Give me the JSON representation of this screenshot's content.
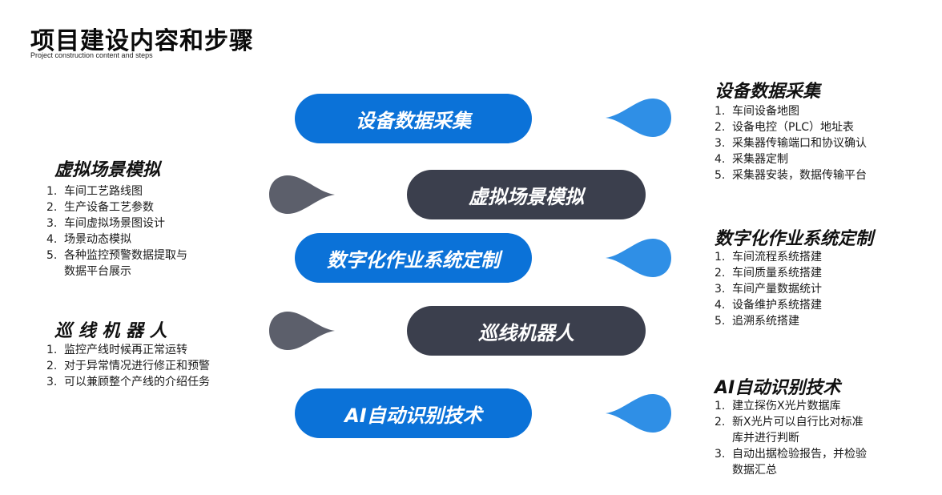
{
  "title": "项目建设内容和步骤",
  "subtitle": "Project construction content and steps",
  "steps": [
    {
      "label": "设备数据采集"
    },
    {
      "label": "虚拟场景模拟"
    },
    {
      "label": "数字化作业系统定制"
    },
    {
      "label": "巡线机器人"
    },
    {
      "label": "AI自动识别技术"
    }
  ],
  "details": {
    "device": {
      "heading": "设备数据采集",
      "items": [
        "车间设备地图",
        "设备电控（PLC）地址表",
        "采集器传输端口和协议确认",
        "采集器定制",
        "采集器安装，数据传输平台"
      ]
    },
    "virtual": {
      "heading": "虚拟场景模拟",
      "items": [
        "车间工艺路线图",
        "生产设备工艺参数",
        "车间虚拟场景图设计",
        "场景动态模拟",
        "各种监控预警数据提取与\n数据平台展示"
      ]
    },
    "digital": {
      "heading": "数字化作业系统定制",
      "items": [
        "车间流程系统搭建",
        "车间质量系统搭建",
        "车间产量数据统计",
        "设备维护系统搭建",
        "追溯系统搭建"
      ]
    },
    "robot": {
      "heading": "巡 线 机 器 人",
      "items": [
        "监控产线时候再正常运转",
        "对于异常情况进行修正和预警",
        "可以兼顾整个产线的介绍任务"
      ]
    },
    "ai": {
      "heading": "AI自动识别技术",
      "items": [
        "建立探伤X光片数据库",
        "新X光片可以自行比对标准\n库并进行判断",
        "自动出据检验报告，并检验\n数据汇总"
      ]
    }
  },
  "colors": {
    "blue": "#0b72d8",
    "dark": "#3b3f4d",
    "drop_blue": "#2f8fe6",
    "drop_gray": "#5c5f6b"
  }
}
